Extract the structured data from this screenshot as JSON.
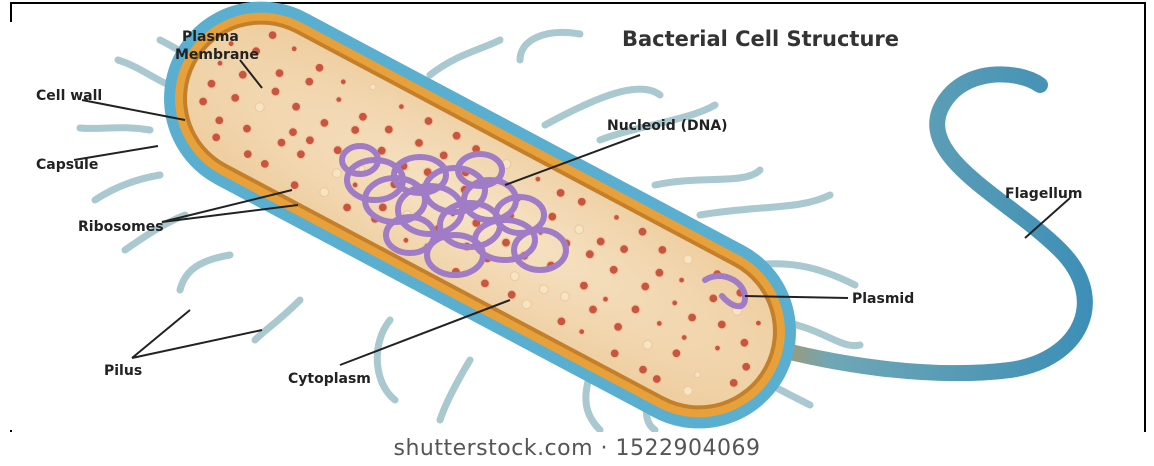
{
  "title": "Bacterial Cell Structure",
  "labels": {
    "plasma_membrane_1": "Plasma",
    "plasma_membrane_2": "Membrane",
    "cell_wall": "Cell wall",
    "capsule": "Capsule",
    "ribosomes": "Ribosomes",
    "pilus": "Pilus",
    "cytoplasm": "Cytoplasm",
    "nucleoid": "Nucleoid (DNA)",
    "plasmid": "Plasmid",
    "flagellum": "Flagellum"
  },
  "watermark": "shutterstock.com · 1522904069",
  "colors": {
    "capsule": "#5aaed0",
    "cell_wall": "#e8a13a",
    "cytoplasm": "#f3d9b4",
    "ribosome": "#c9553f",
    "dna": "#a07cc6",
    "pilus": "#a7c6cc",
    "flagellum": "#3e8fb7"
  }
}
